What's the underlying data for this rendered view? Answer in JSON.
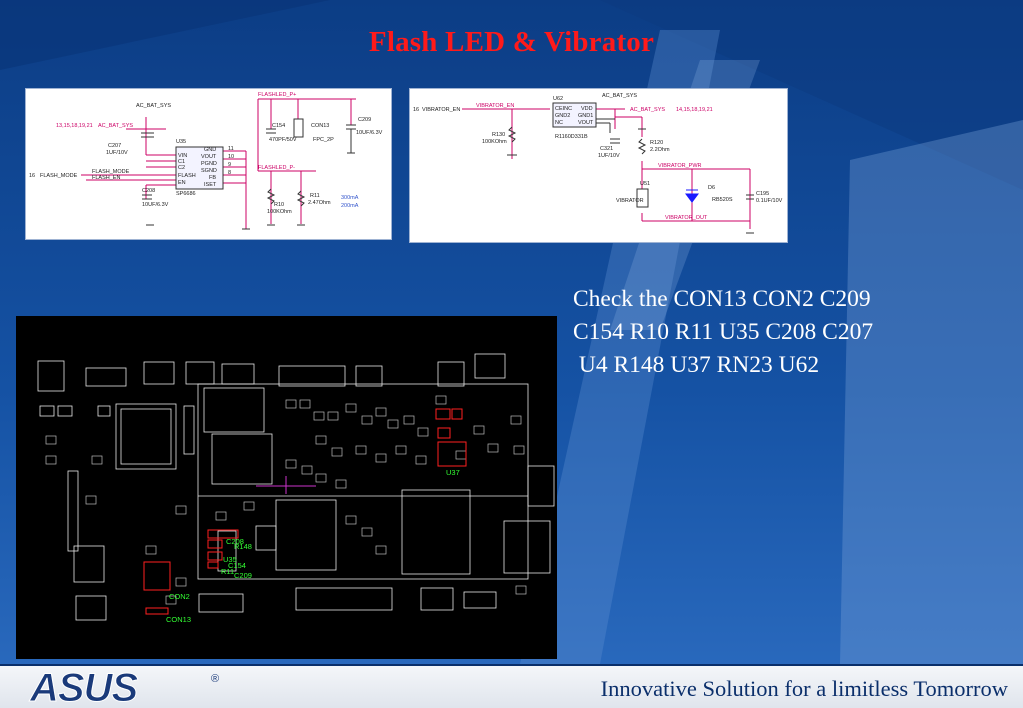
{
  "slide": {
    "title": "Flash LED & Vibrator",
    "note_lines": [
      "Check the CON13 CON2 C209",
      "C154 R10 R11 U35 C208 C207",
      " U4 R148 U37 RN23 U62"
    ],
    "tagline": "Innovative Solution for a limitless Tomorrow",
    "logo_text": "ASUS",
    "logo_mark": "®"
  },
  "colors": {
    "title": "#ff1a1a",
    "background": "#0d3e86",
    "schematic_net": "#cc0066",
    "pcb_outline": "#ffffff",
    "pcb_highlight": "#ff2020",
    "pcb_label": "#33ff33"
  },
  "schematic_left": {
    "labels": {
      "ac_bat_sys_top": "AC_BAT_SYS",
      "ref_pages": "13,15,18,19,21",
      "ac_bat_sys_net": "AC_BAT_SYS",
      "c207": "C207",
      "c207_val": "1UF/10V",
      "u35": "U35",
      "vin": "VIN",
      "c1": "C1",
      "c2": "C2",
      "flash": "FLASH",
      "en": "EN",
      "gnd": "GND",
      "vout": "VOUT",
      "pgnd": "PGND",
      "sgnd": "SGND",
      "fb": "FB",
      "iset": "ISET",
      "part": "SP6686",
      "flash_mode_page": "16",
      "flash_mode": "FLASH_MODE",
      "flash_mode_net": "FLASH_MODE",
      "flash_en_net": "FLASH_EN",
      "c208": "C208",
      "c208_val": "10UF/6.3V",
      "flashled_p": "FLASHLED_P+",
      "flashled_n": "FLASHLED_P-",
      "c154": "C154",
      "c154_val": "470PF/50V",
      "con13": "CON13",
      "con13_type": "FPC_2P",
      "c209": "C209",
      "c209_val": "10UF/6.3V",
      "r10": "R10",
      "r10_val": "100KOhm",
      "r11": "R11",
      "r11_val": "2.47Ohm",
      "note_a": "300mA",
      "note_b": "200mA",
      "pin11": "11",
      "pin10": "10",
      "pin9": "9",
      "pin8": "8"
    }
  },
  "schematic_right": {
    "labels": {
      "page": "16",
      "vibrator_en": "VIBRATOR_EN",
      "vibrator_en_net": "VIBRATOR_EN",
      "u62": "U62",
      "ceinc": "CEINC",
      "gnd2": "GND2",
      "nc": "NC",
      "vdd": "VDD",
      "gnd1": "GND1",
      "vout": "VOUT",
      "u62_part": "R1160D331B",
      "ac_bat_sys": "AC_BAT_SYS",
      "ac_bat_sys_net": "AC_BAT_SYS",
      "ref_pages": "14,15,18,19,21",
      "r130": "R130",
      "r130_val": "100KOhm",
      "c321": "C321",
      "c321_val": "1UF/10V",
      "r120": "R120",
      "r120_val": "2.2Ohm",
      "vibrator_pwr": "VIBRATOR_PWR",
      "u51": "U51",
      "vibrator": "VIBRATOR",
      "d6": "D6",
      "d6_part": "RB520S",
      "c195": "C195",
      "c195_val": "0.1UF/10V",
      "vibrator_out": "VIBRATOR_OUT"
    }
  },
  "pcb": {
    "labels": {
      "u37": "U37",
      "c208": "C208",
      "r148": "R148",
      "u35": "U35",
      "c154": "C154",
      "c209": "C209",
      "r11": "R11",
      "con2": "CON2",
      "con13": "CON13"
    }
  }
}
